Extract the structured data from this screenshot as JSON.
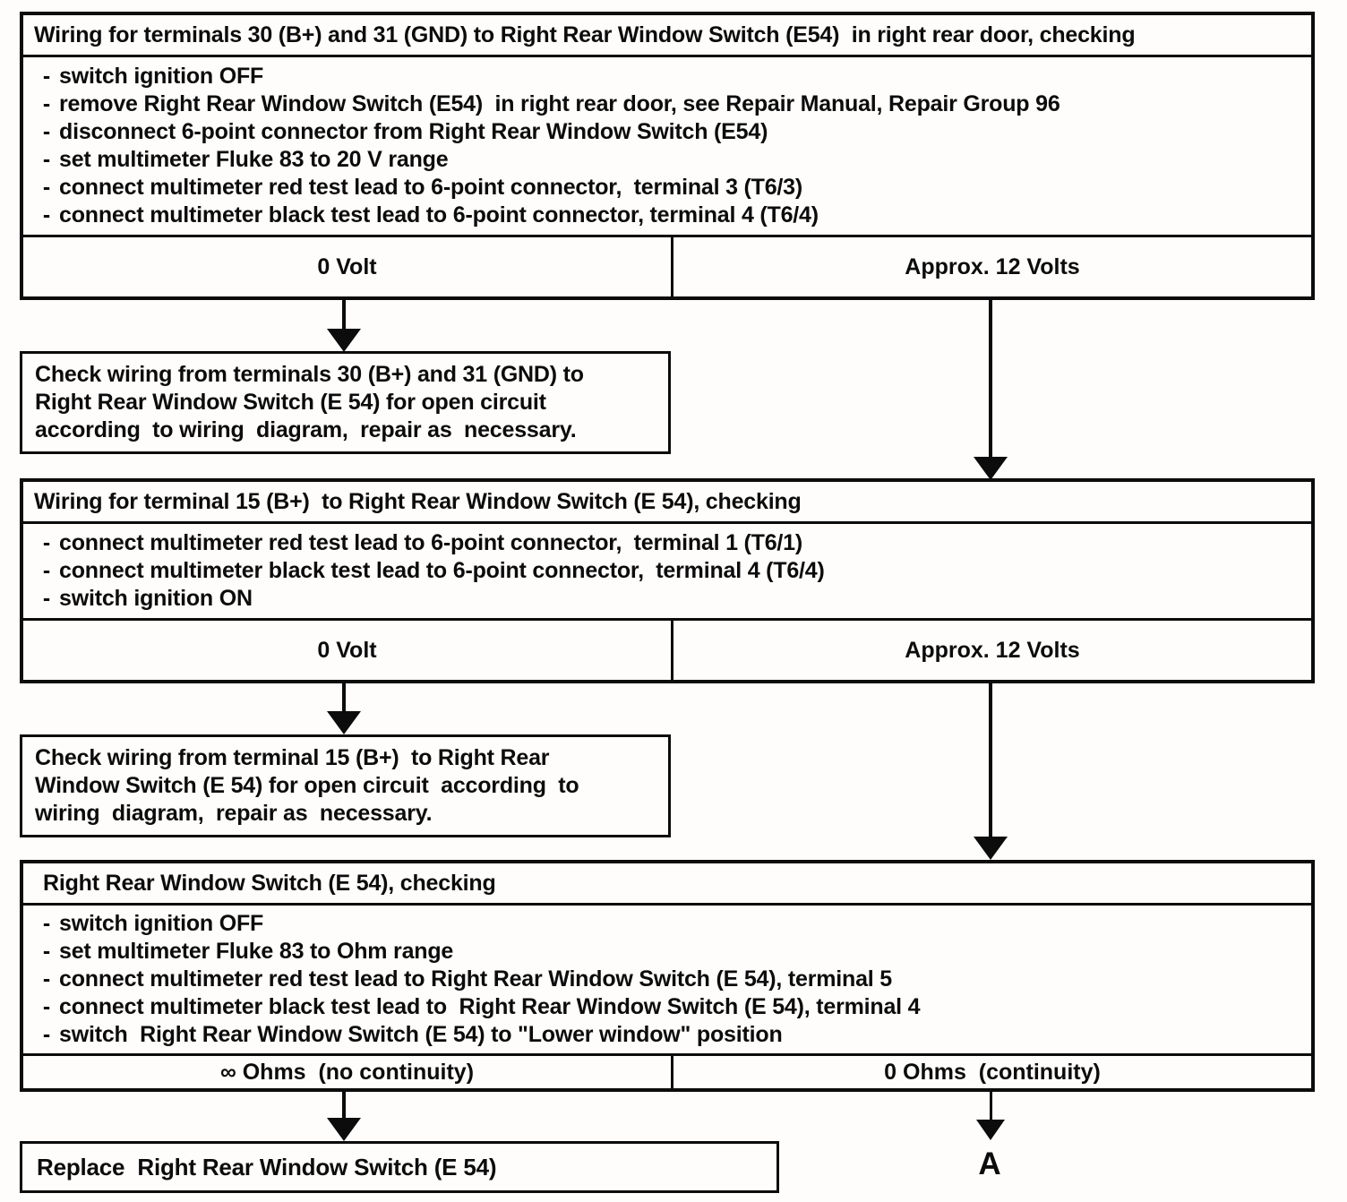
{
  "marker": "-",
  "ink_color": "#0c0c0c",
  "steps": [
    {
      "title": "Wiring for terminals 30 (B+) and 31 (GND) to Right Rear Window Switch (E54)  in right rear door, checking",
      "bullets": [
        "switch ignition OFF",
        "remove Right Rear Window Switch (E54)  in right rear door, see Repair Manual, Repair Group 96",
        "disconnect 6-point connector from Right Rear Window Switch (E54)",
        "set multimeter Fluke 83 to 20 V range",
        "connect multimeter red test lead to 6-point connector,  terminal 3 (T6/3)",
        "connect multimeter black test lead to 6-point connector, terminal 4 (T6/4)"
      ],
      "results": {
        "left": "0 Volt",
        "right": "Approx. 12 Volts"
      }
    },
    {
      "title": "Wiring for terminal 15 (B+)  to Right Rear Window Switch (E 54), checking",
      "bullets": [
        "connect multimeter red test lead to 6-point connector,  terminal 1 (T6/1)",
        "connect multimeter black test lead to 6-point connector,  terminal 4 (T6/4)",
        "switch ignition ON"
      ],
      "results": {
        "left": "0 Volt",
        "right": "Approx. 12 Volts"
      }
    },
    {
      "title": "Right Rear Window Switch (E 54), checking",
      "bullets": [
        "switch ignition OFF",
        "set multimeter Fluke 83 to Ohm range",
        "connect multimeter red test lead to Right Rear Window Switch (E 54), terminal 5",
        "connect multimeter black test lead to  Right Rear Window Switch (E 54), terminal 4",
        "switch  Right Rear Window Switch (E 54) to \"Lower window\" position"
      ],
      "results": {
        "left": "∞ Ohms  (no continuity)",
        "right": "0 Ohms  (continuity)"
      }
    }
  ],
  "actions": [
    {
      "lines": [
        "Check wiring from terminals 30 (B+) and 31 (GND) to",
        "Right Rear Window Switch (E 54) for open circuit",
        "according  to wiring  diagram,  repair as  necessary."
      ]
    },
    {
      "lines": [
        "Check wiring from terminal 15 (B+)  to Right Rear",
        "Window Switch (E 54) for open circuit  according  to",
        "wiring  diagram,  repair as  necessary."
      ]
    }
  ],
  "replace_label": "Replace  Right Rear Window Switch (E 54)",
  "connector_label": "A"
}
